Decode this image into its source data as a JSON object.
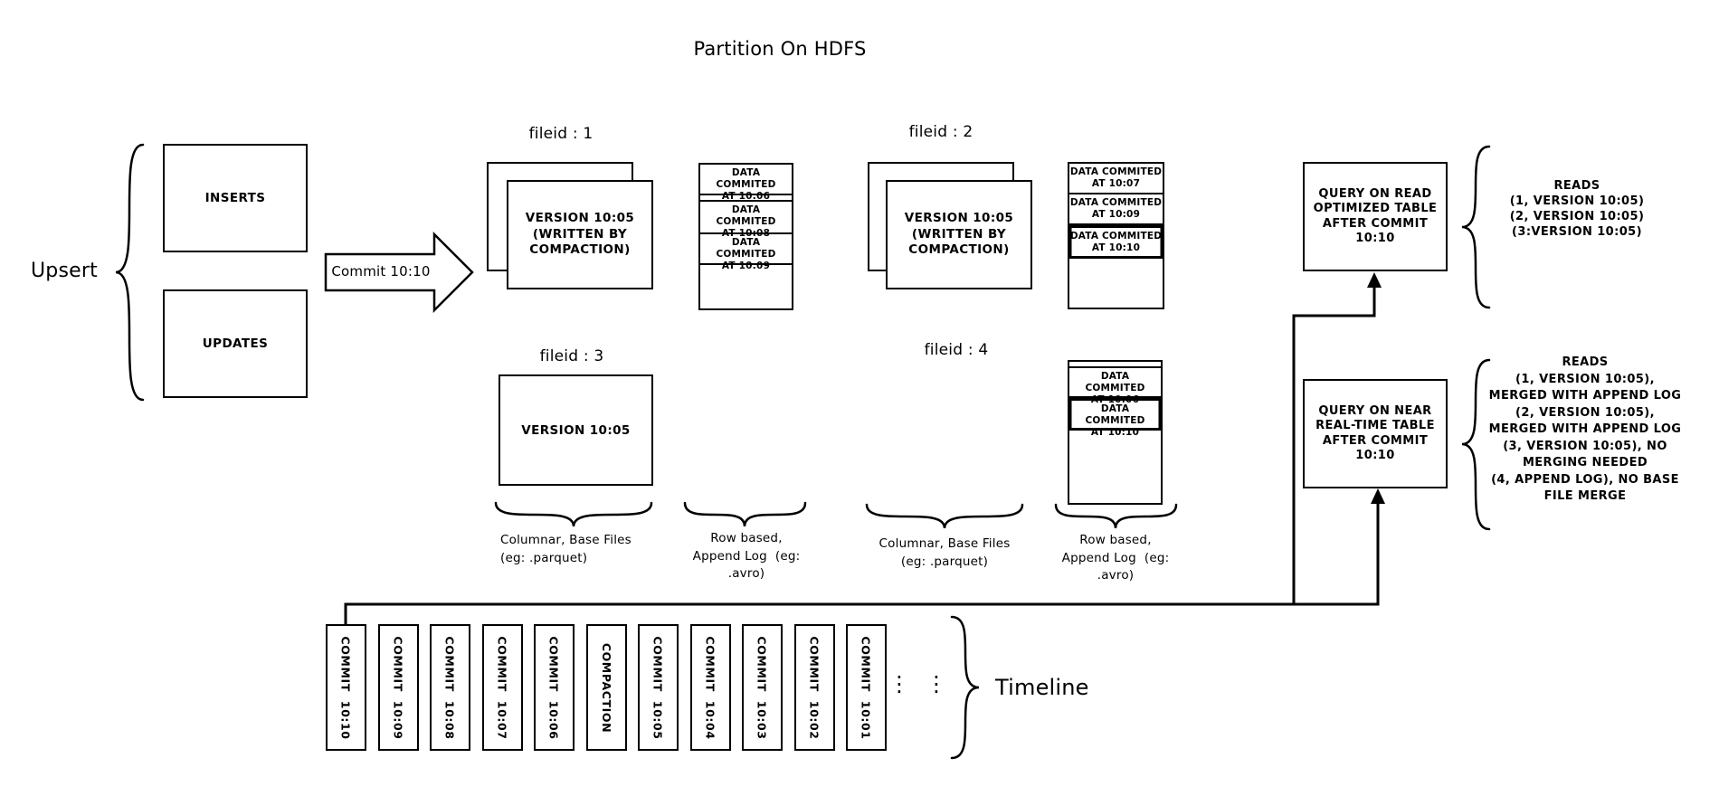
{
  "colors": {
    "ink": "#000000",
    "background": "#ffffff"
  },
  "title": "Partition On HDFS",
  "upsert": {
    "label": "Upsert",
    "inserts_label": "INSERTS",
    "updates_label": "UPDATES"
  },
  "commit_arrow_label": "Commit 10:10",
  "filegroups": {
    "fg1": {
      "label": "fileid : 1",
      "base": "VERSION 10:05\n(WRITTEN BY\nCOMPACTION)"
    },
    "fg2": {
      "label": "fileid : 2",
      "base": "VERSION 10:05\n(WRITTEN BY\nCOMPACTION)"
    },
    "fg3": {
      "label": "fileid : 3",
      "base": "VERSION 10:05"
    },
    "fg4": {
      "label": "fileid : 4"
    }
  },
  "logs": {
    "log1": {
      "e0": "DATA COMMITED\nAT 10:06",
      "e1": "DATA COMMITED\nAT 10:08",
      "e2": "DATA COMMITED\nAT 10:09"
    },
    "log2": {
      "e0": "DATA COMMITED\nAT 10:07",
      "e1": "DATA COMMITED\nAT 10:09",
      "e2": "DATA COMMITED\nAT 10:10"
    },
    "log4": {
      "e0": "DATA COMMITED\nAT 10:06",
      "e1": "DATA COMMITED\nAT 10:10"
    }
  },
  "file_type_labels": {
    "columnar": "Columnar, Base Files\n(eg: .parquet)",
    "row": "Row based,\nAppend Log  (eg:\n.avro)"
  },
  "queries": {
    "read_optimized": {
      "box": "QUERY ON READ\nOPTIMIZED TABLE\nAFTER COMMIT\n10:10",
      "reads": "READS\n(1, VERSION 10:05)\n(2, VERSION 10:05)\n(3:VERSION 10:05)"
    },
    "near_realtime": {
      "box": "QUERY ON NEAR\nREAL-TIME TABLE\nAFTER COMMIT\n10:10",
      "reads": "READS\n(1, VERSION 10:05),\nMERGED WITH APPEND LOG\n(2, VERSION 10:05),\nMERGED WITH APPEND LOG\n(3, VERSION 10:05), NO\nMERGING NEEDED\n(4, APPEND LOG), NO BASE\nFILE MERGE"
    }
  },
  "timeline": {
    "label": "Timeline",
    "ellipsis": "⋮",
    "items": [
      "COMMIT  10:10",
      "COMMIT  10:09",
      "COMMIT  10:08",
      "COMMIT  10:07",
      "COMMIT  10:06",
      "COMPACTION",
      "COMMIT  10:05",
      "COMMIT  10:04",
      "COMMIT  10:03",
      "COMMIT  10:02",
      "COMMIT  10:01"
    ]
  }
}
